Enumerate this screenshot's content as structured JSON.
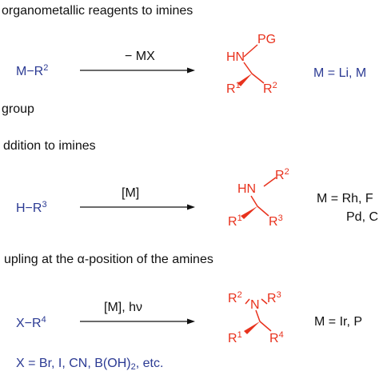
{
  "headings": {
    "h1": "organometallic reagents to imines",
    "h1b": "group",
    "h2": "ddition  to imines",
    "h3a": "upling at the ",
    "h3alpha": "α",
    "h3b": "-position of the amines"
  },
  "row1": {
    "reagent": "M−R",
    "reagent_sup": "2",
    "arrow": "− MX",
    "n_label": "HN",
    "pg": "PG",
    "r_left": "R",
    "r_left_sup": "1",
    "r_right": "R",
    "r_right_sup": "2",
    "metals": "M = Li, M"
  },
  "row2": {
    "reagent": "H−R",
    "reagent_sup": "3",
    "arrow": "[M]",
    "n_label": "HN",
    "n_sub": "R",
    "n_sub_sup": "2",
    "r_left": "R",
    "r_left_sup": "1",
    "r_right": "R",
    "r_right_sup": "3",
    "metals_1": "M = Rh, F",
    "metals_2": "Pd, C"
  },
  "row3": {
    "reagent": "X−R",
    "reagent_sup": "4",
    "arrow": "[M], hν",
    "r_top_left": "R",
    "r_top_left_sup": "2",
    "n_label": "N",
    "r_top_right": "R",
    "r_top_right_sup": "3",
    "r_left": "R",
    "r_left_sup": "1",
    "r_right": "R",
    "r_right_sup": "4",
    "metals": "M =  Ir, P",
    "x_list_pre": "X = Br, I, CN, B(OH)",
    "x_list_sub": "2",
    "x_list_post": ", etc."
  },
  "colors": {
    "reagent": "#2b3a93",
    "product": "#e8321d",
    "text": "#111111"
  }
}
